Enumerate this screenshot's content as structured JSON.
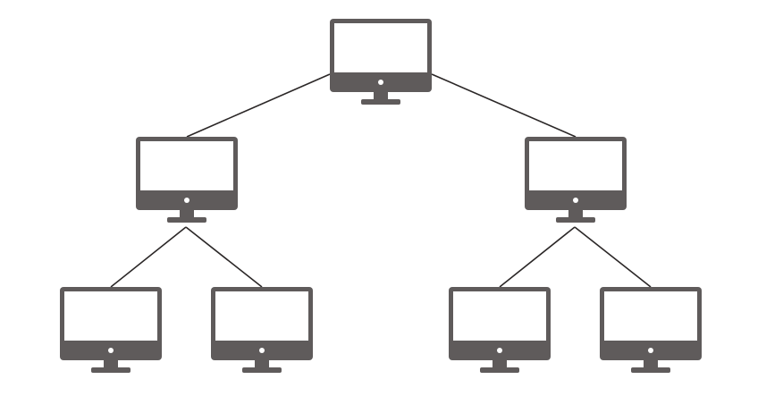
{
  "diagram": {
    "type": "tree",
    "colors": {
      "background": "#ffffff",
      "device": "#5f5b5b",
      "screen": "#ffffff",
      "connector": "#2b2727"
    },
    "nodes": [
      {
        "id": "root",
        "icon": "monitor-icon"
      },
      {
        "id": "left-child",
        "icon": "monitor-icon",
        "parent": "root"
      },
      {
        "id": "right-child",
        "icon": "monitor-icon",
        "parent": "root"
      },
      {
        "id": "left-left-leaf",
        "icon": "monitor-icon",
        "parent": "left-child"
      },
      {
        "id": "left-right-leaf",
        "icon": "monitor-icon",
        "parent": "left-child"
      },
      {
        "id": "right-left-leaf",
        "icon": "monitor-icon",
        "parent": "right-child"
      },
      {
        "id": "right-right-leaf",
        "icon": "monitor-icon",
        "parent": "right-child"
      }
    ]
  }
}
